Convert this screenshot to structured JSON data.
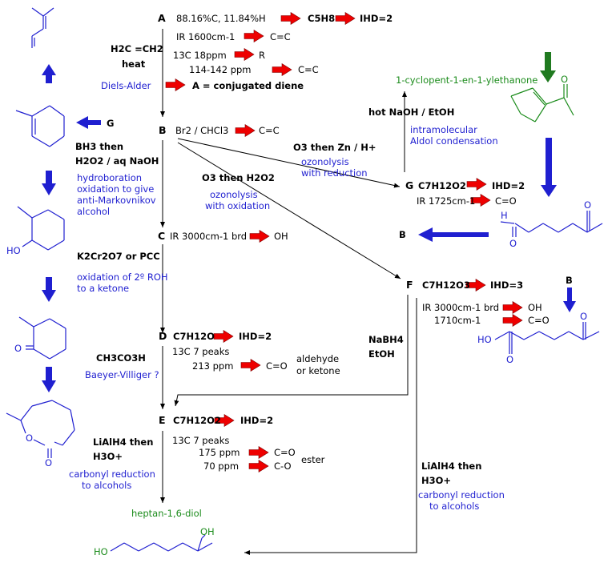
{
  "compounds": {
    "A": {
      "letter": "A",
      "analysis": "88.16%C, 11.84%H",
      "formula": "C5H8",
      "ihd": "IHD=2",
      "ir": "IR 1600cm-1",
      "ir_assign": "C=C",
      "c13_a": "13C 18ppm",
      "c13_a_assign": "R",
      "c13_b": "114-142 ppm",
      "c13_b_assign": "C=C",
      "conclusion": "A = conjugated diene"
    },
    "B": {
      "letter": "B",
      "test": "Br2 / CHCl3",
      "test_assign": "C=C"
    },
    "C": {
      "letter": "C",
      "ir": "IR 3000cm-1 brd",
      "ir_assign": "OH"
    },
    "D": {
      "letter": "D",
      "formula": "C7H12O",
      "ihd": "IHD=2",
      "c13_a": "13C 7 peaks",
      "c13_b": "213 ppm",
      "c13_b_assign": "C=O",
      "assign_note_1": "aldehyde",
      "assign_note_2": "or ketone"
    },
    "E": {
      "letter": "E",
      "formula": "C7H12O2",
      "ihd": "IHD=2",
      "c13_a": "13C 7 peaks",
      "c13_b": "175 ppm",
      "c13_b_assign": "C=O",
      "c13_c": "70 ppm",
      "c13_c_assign": "C-O",
      "assign_note": "ester"
    },
    "F": {
      "letter": "F",
      "formula": "C7H12O3",
      "ihd": "IHD=3",
      "ir_a": "IR 3000cm-1 brd",
      "ir_a_assign": "OH",
      "ir_b": "1710cm-1",
      "ir_b_assign": "C=O"
    },
    "G": {
      "letter": "G",
      "formula": "C7H12O2",
      "ihd": "IHD=2",
      "ir": "IR 1725cm-1",
      "ir_assign": "C=O"
    }
  },
  "reagents": {
    "diels_alder_reagent": "H2C =CH2",
    "diels_alder_cond": "heat",
    "diels_alder_name": "Diels-Alder",
    "hydroboration_reagent_1": "BH3 then",
    "hydroboration_reagent_2": "H2O2 / aq NaOH",
    "hydroboration_note_1": "hydroboration",
    "hydroboration_note_2": "oxidation to give",
    "hydroboration_note_3": "anti-Markovnikov",
    "hydroboration_note_4": "alcohol",
    "oxidation_reagent": "K2Cr2O7 or PCC",
    "oxidation_note_1": "oxidation of 2º ROH",
    "oxidation_note_2": "to a ketone",
    "bv_reagent": "CH3CO3H",
    "bv_name": "Baeyer-Villiger ?",
    "lialh4_reagent_1": "LiAlH4 then",
    "lialh4_reagent_2": "H3O+",
    "lialh4_note_1": "carbonyl reduction",
    "lialh4_note_2": "to alcohols",
    "ozone_ox_reagent": "O3 then H2O2",
    "ozone_ox_note_1": "ozonolysis",
    "ozone_ox_note_2": "with oxidation",
    "ozone_red_reagent": "O3 then Zn / H+",
    "ozone_red_note_1": "ozonolysis",
    "ozone_red_note_2": "with reduction",
    "nabh4_reagent_1": "NaBH4",
    "nabh4_reagent_2": "EtOH",
    "aldol_reagent": "hot NaOH / EtOH",
    "aldol_note_1": "intramolecular",
    "aldol_note_2": "Aldol condensation",
    "lialh4b_reagent_1": "LiAlH4 then",
    "lialh4b_reagent_2": "H3O+",
    "lialh4b_note_1": "carbonyl reduction",
    "lialh4b_note_2": "to alcohols"
  },
  "structure_labels": {
    "aldol_product": "1-cyclopent-1-en-1-ylethanone",
    "diol": "heptan-1,6-diol",
    "g_marker": "G",
    "b_marker_1": "B",
    "b_marker_2": "B",
    "atom_ho_alcohol": "HO",
    "atom_o_ketone": "O",
    "atom_o_lactone_ring": "O",
    "atom_o_lactone_co": "O",
    "atom_h_aldehyde": "H",
    "atom_o_aldehyde": "O",
    "atom_o_ketone_g": "O",
    "atom_ho_acid": "HO",
    "atom_o_acid": "O",
    "atom_o_ketone_f": "O",
    "atom_o_enone": "O",
    "atom_oh_diol": "OH",
    "atom_ho_diol": "HO"
  },
  "colors": {
    "red_arrow": "#ee0000",
    "blue": "#1f1fd0",
    "green": "#1c8c1c",
    "dark_green": "#207a20"
  }
}
